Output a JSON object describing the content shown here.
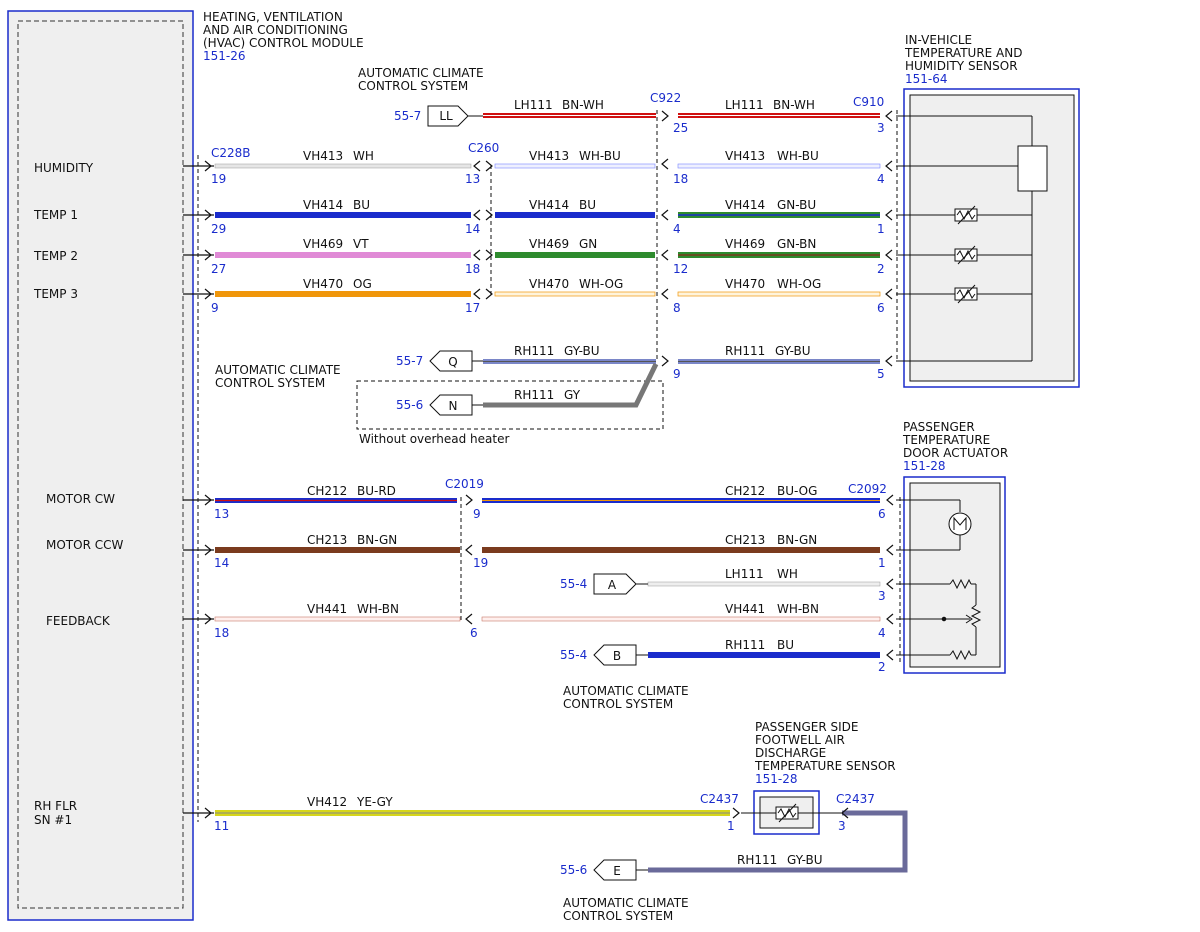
{
  "hvac_module": {
    "title_lines": [
      "HEATING, VENTILATION",
      "AND AIR CONDITIONING",
      "(HVAC) CONTROL MODULE"
    ],
    "ref": "151-26",
    "pins": [
      "HUMIDITY",
      "TEMP 1",
      "TEMP 2",
      "TEMP 3",
      "MOTOR CW",
      "MOTOR CCW",
      "FEEDBACK",
      "RH FLR",
      "SN #1"
    ]
  },
  "ivths": {
    "title_lines": [
      "IN-VEHICLE",
      "TEMPERATURE AND",
      "HUMIDITY SENSOR"
    ],
    "ref": "151-64"
  },
  "actuator": {
    "title_lines": [
      "PASSENGER",
      "TEMPERATURE",
      "DOOR ACTUATOR"
    ],
    "ref": "151-28"
  },
  "footwell": {
    "title_lines": [
      "PASSENGER SIDE",
      "FOOTWELL AIR",
      "DISCHARGE",
      "TEMPERATURE SENSOR"
    ],
    "ref": "151-28"
  },
  "system_labels": {
    "acc_top": [
      "AUTOMATIC CLIMATE",
      "CONTROL SYSTEM"
    ],
    "acc_mid": [
      "AUTOMATIC CLIMATE",
      "CONTROL SYSTEM"
    ],
    "acc_b": [
      "AUTOMATIC CLIMATE",
      "CONTROL SYSTEM"
    ],
    "acc_e": [
      "AUTOMATIC CLIMATE",
      "CONTROL SYSTEM"
    ],
    "without_overhead": "Without overhead heater"
  },
  "connectors": [
    "C228B",
    "C260",
    "C922",
    "C910",
    "C2019",
    "C2092",
    "C2437",
    "C2437"
  ],
  "offpage": [
    {
      "ref": "55-7",
      "letter": "LL"
    },
    {
      "ref": "55-7",
      "letter": "Q"
    },
    {
      "ref": "55-6",
      "letter": "N"
    },
    {
      "ref": "55-4",
      "letter": "A"
    },
    {
      "ref": "55-4",
      "letter": "B"
    },
    {
      "ref": "55-6",
      "letter": "E"
    }
  ],
  "pins": [
    "19",
    "13",
    "18",
    "4",
    "29",
    "14",
    "4",
    "1",
    "27",
    "18",
    "12",
    "2",
    "9",
    "17",
    "8",
    "6",
    "25",
    "3",
    "9",
    "5",
    "13",
    "9",
    "6",
    "14",
    "19",
    "1",
    "3",
    "18",
    "6",
    "4",
    "2",
    "11",
    "1",
    "3"
  ],
  "wire_labels": [
    {
      "circuit": "LH111",
      "color": "BN-WH"
    },
    {
      "circuit": "LH111",
      "color": "BN-WH"
    },
    {
      "circuit": "VH413",
      "color": "WH"
    },
    {
      "circuit": "VH413",
      "color": "WH-BU"
    },
    {
      "circuit": "VH413",
      "color": "WH-BU"
    },
    {
      "circuit": "VH414",
      "color": "BU"
    },
    {
      "circuit": "VH414",
      "color": "BU"
    },
    {
      "circuit": "VH414",
      "color": "GN-BU"
    },
    {
      "circuit": "VH469",
      "color": "VT"
    },
    {
      "circuit": "VH469",
      "color": "GN"
    },
    {
      "circuit": "VH469",
      "color": "GN-BN"
    },
    {
      "circuit": "VH470",
      "color": "OG"
    },
    {
      "circuit": "VH470",
      "color": "WH-OG"
    },
    {
      "circuit": "VH470",
      "color": "WH-OG"
    },
    {
      "circuit": "RH111",
      "color": "GY-BU"
    },
    {
      "circuit": "RH111",
      "color": "GY-BU"
    },
    {
      "circuit": "RH111",
      "color": "GY"
    },
    {
      "circuit": "CH212",
      "color": "BU-RD"
    },
    {
      "circuit": "CH212",
      "color": "BU-OG"
    },
    {
      "circuit": "CH213",
      "color": "BN-GN"
    },
    {
      "circuit": "CH213",
      "color": "BN-GN"
    },
    {
      "circuit": "LH111",
      "color": "WH"
    },
    {
      "circuit": "VH441",
      "color": "WH-BN"
    },
    {
      "circuit": "VH441",
      "color": "WH-BN"
    },
    {
      "circuit": "RH111",
      "color": "BU"
    },
    {
      "circuit": "VH412",
      "color": "YE-GY"
    },
    {
      "circuit": "RH111",
      "color": "GY-BU"
    }
  ],
  "colors": {
    "frame_blue": "#1a2ccc",
    "text_blue": "#1a2ccc",
    "wire_bn": "#7a3b1e",
    "wire_wh": "#f2f2f2",
    "wire_bu": "#1a2ccc",
    "wire_gn": "#2e8b2e",
    "wire_vt": "#e08ad6",
    "wire_og": "#f0960a",
    "wire_gy": "#7a7a7a",
    "wire_ye": "#d6d61a",
    "wire_rd": "#d01010"
  }
}
